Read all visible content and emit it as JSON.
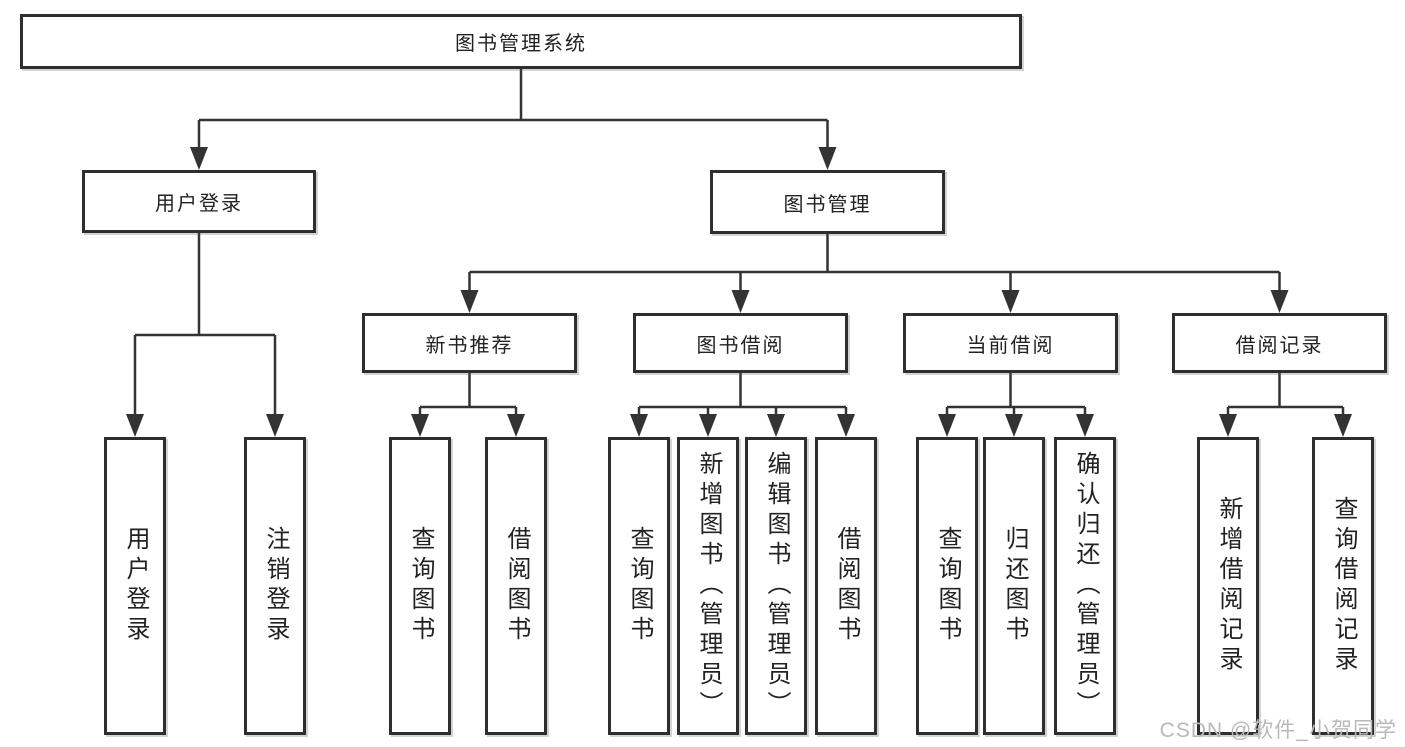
{
  "diagram": {
    "title": "图书管理系统",
    "level2": {
      "user_login": "用户登录",
      "book_management": "图书管理"
    },
    "level3": {
      "new_book_recommend": "新书推荐",
      "book_borrow": "图书借阅",
      "current_borrow": "当前借阅",
      "borrow_records": "借阅记录"
    },
    "leaves": {
      "user_login": [
        "用户登录",
        "注销登录"
      ],
      "new_book_recommend": [
        "查询图书",
        "借阅图书"
      ],
      "book_borrow": [
        "查询图书",
        "新增图书（管理员）",
        "编辑图书（管理员）",
        "借阅图书"
      ],
      "current_borrow": [
        "查询图书",
        "归还图书",
        "确认归还（管理员）"
      ],
      "borrow_records": [
        "新增借阅记录",
        "查询借阅记录"
      ]
    },
    "colors": {
      "line": "#333333",
      "border": "#2e2e2e",
      "text": "#222222",
      "watermark": "#b9b9b9",
      "background": "#ffffff"
    }
  },
  "watermark": {
    "text": "CSDN @软件_小贺同学"
  }
}
